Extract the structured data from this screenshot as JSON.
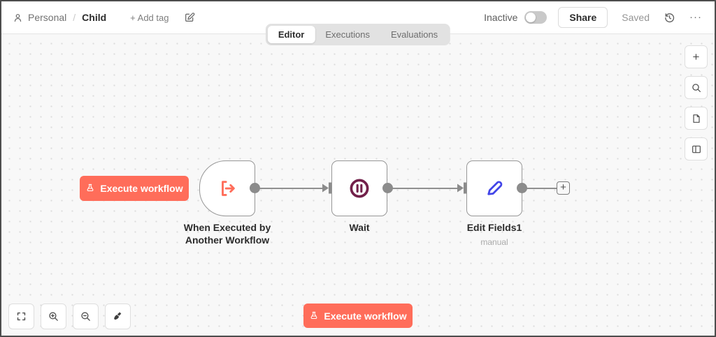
{
  "header": {
    "breadcrumb": {
      "project": "Personal",
      "separator": "/",
      "workflow": "Child"
    },
    "add_tag_label": "+ Add tag",
    "status_label": "Inactive",
    "share_label": "Share",
    "saved_label": "Saved"
  },
  "tabs": [
    {
      "label": "Editor",
      "active": true
    },
    {
      "label": "Executions",
      "active": false
    },
    {
      "label": "Evaluations",
      "active": false
    }
  ],
  "canvas": {
    "execute_button_label": "Execute workflow",
    "nodes": [
      {
        "id": "execute-workflow-trigger",
        "label_line1": "When Executed by",
        "label_line2": "Another Workflow"
      },
      {
        "id": "wait",
        "label": "Wait"
      },
      {
        "id": "edit-fields",
        "label": "Edit Fields1",
        "subtitle": "manual"
      }
    ]
  },
  "icons": {
    "plus": "+",
    "ellipsis": "···"
  },
  "colors": {
    "accent": "#ff6d5a",
    "wait_icon": "#72204a",
    "edit_icon": "#4245e8",
    "connector": "#8c8c8c",
    "canvas_bg": "#f8f8f8",
    "toggle_off": "#c9c9c9"
  }
}
